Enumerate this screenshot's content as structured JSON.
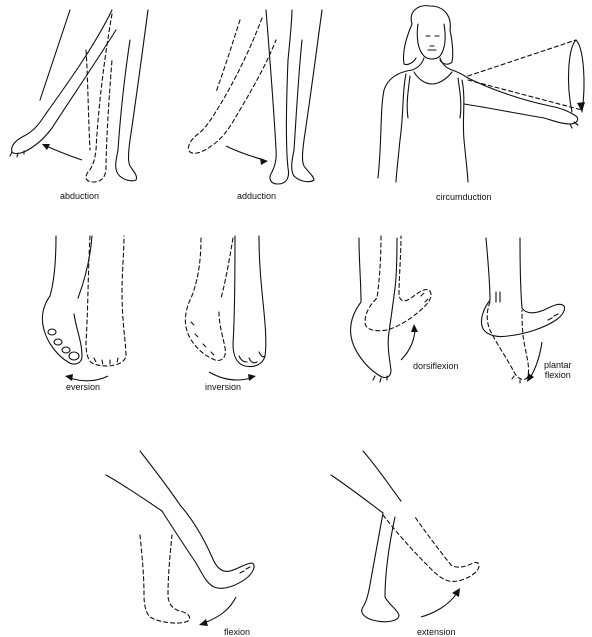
{
  "labels": {
    "abduction": "abduction",
    "adduction": "adduction",
    "circumduction": "circumduction",
    "eversion": "eversion",
    "inversion": "inversion",
    "dorsiflexion": "dorsiflexion",
    "plantar_line1": "plantar",
    "plantar_line2": "flexion",
    "flexion": "flexion",
    "extension": "extension"
  }
}
